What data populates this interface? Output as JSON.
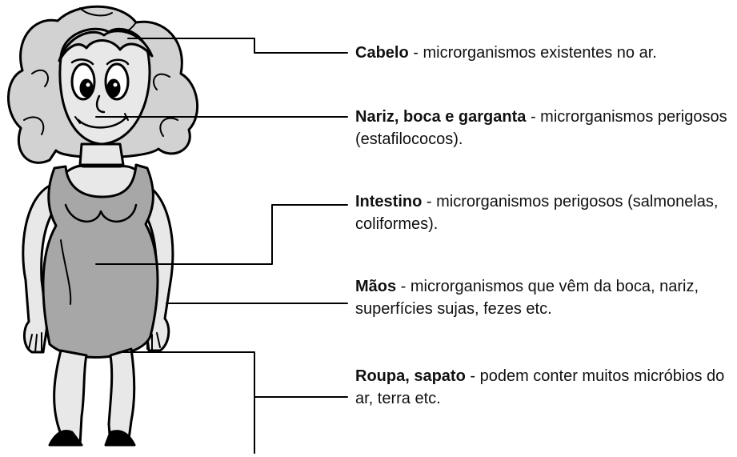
{
  "figure": {
    "subject": "woman-cartoon",
    "colors": {
      "outline": "#000000",
      "dress": "#a7a7a7",
      "skin": "#e8e8e8",
      "hair": "#d2d2d2",
      "leader": "#000000"
    }
  },
  "labels": [
    {
      "term": "Cabelo",
      "text": " - microrganismos existentes no ar."
    },
    {
      "term": "Nariz, boca e garganta",
      "text": " - microrganismos perigosos (estafilococos)."
    },
    {
      "term": "Intestino",
      "text": " - microrganismos perigosos (salmonelas, coliformes)."
    },
    {
      "term": "Mãos",
      "text": " - microrganismos que vêm da boca, nariz, superfícies sujas, fezes etc."
    },
    {
      "term": "Roupa, sapato",
      "text": " - podem conter muitos micróbios do ar, terra etc."
    }
  ]
}
